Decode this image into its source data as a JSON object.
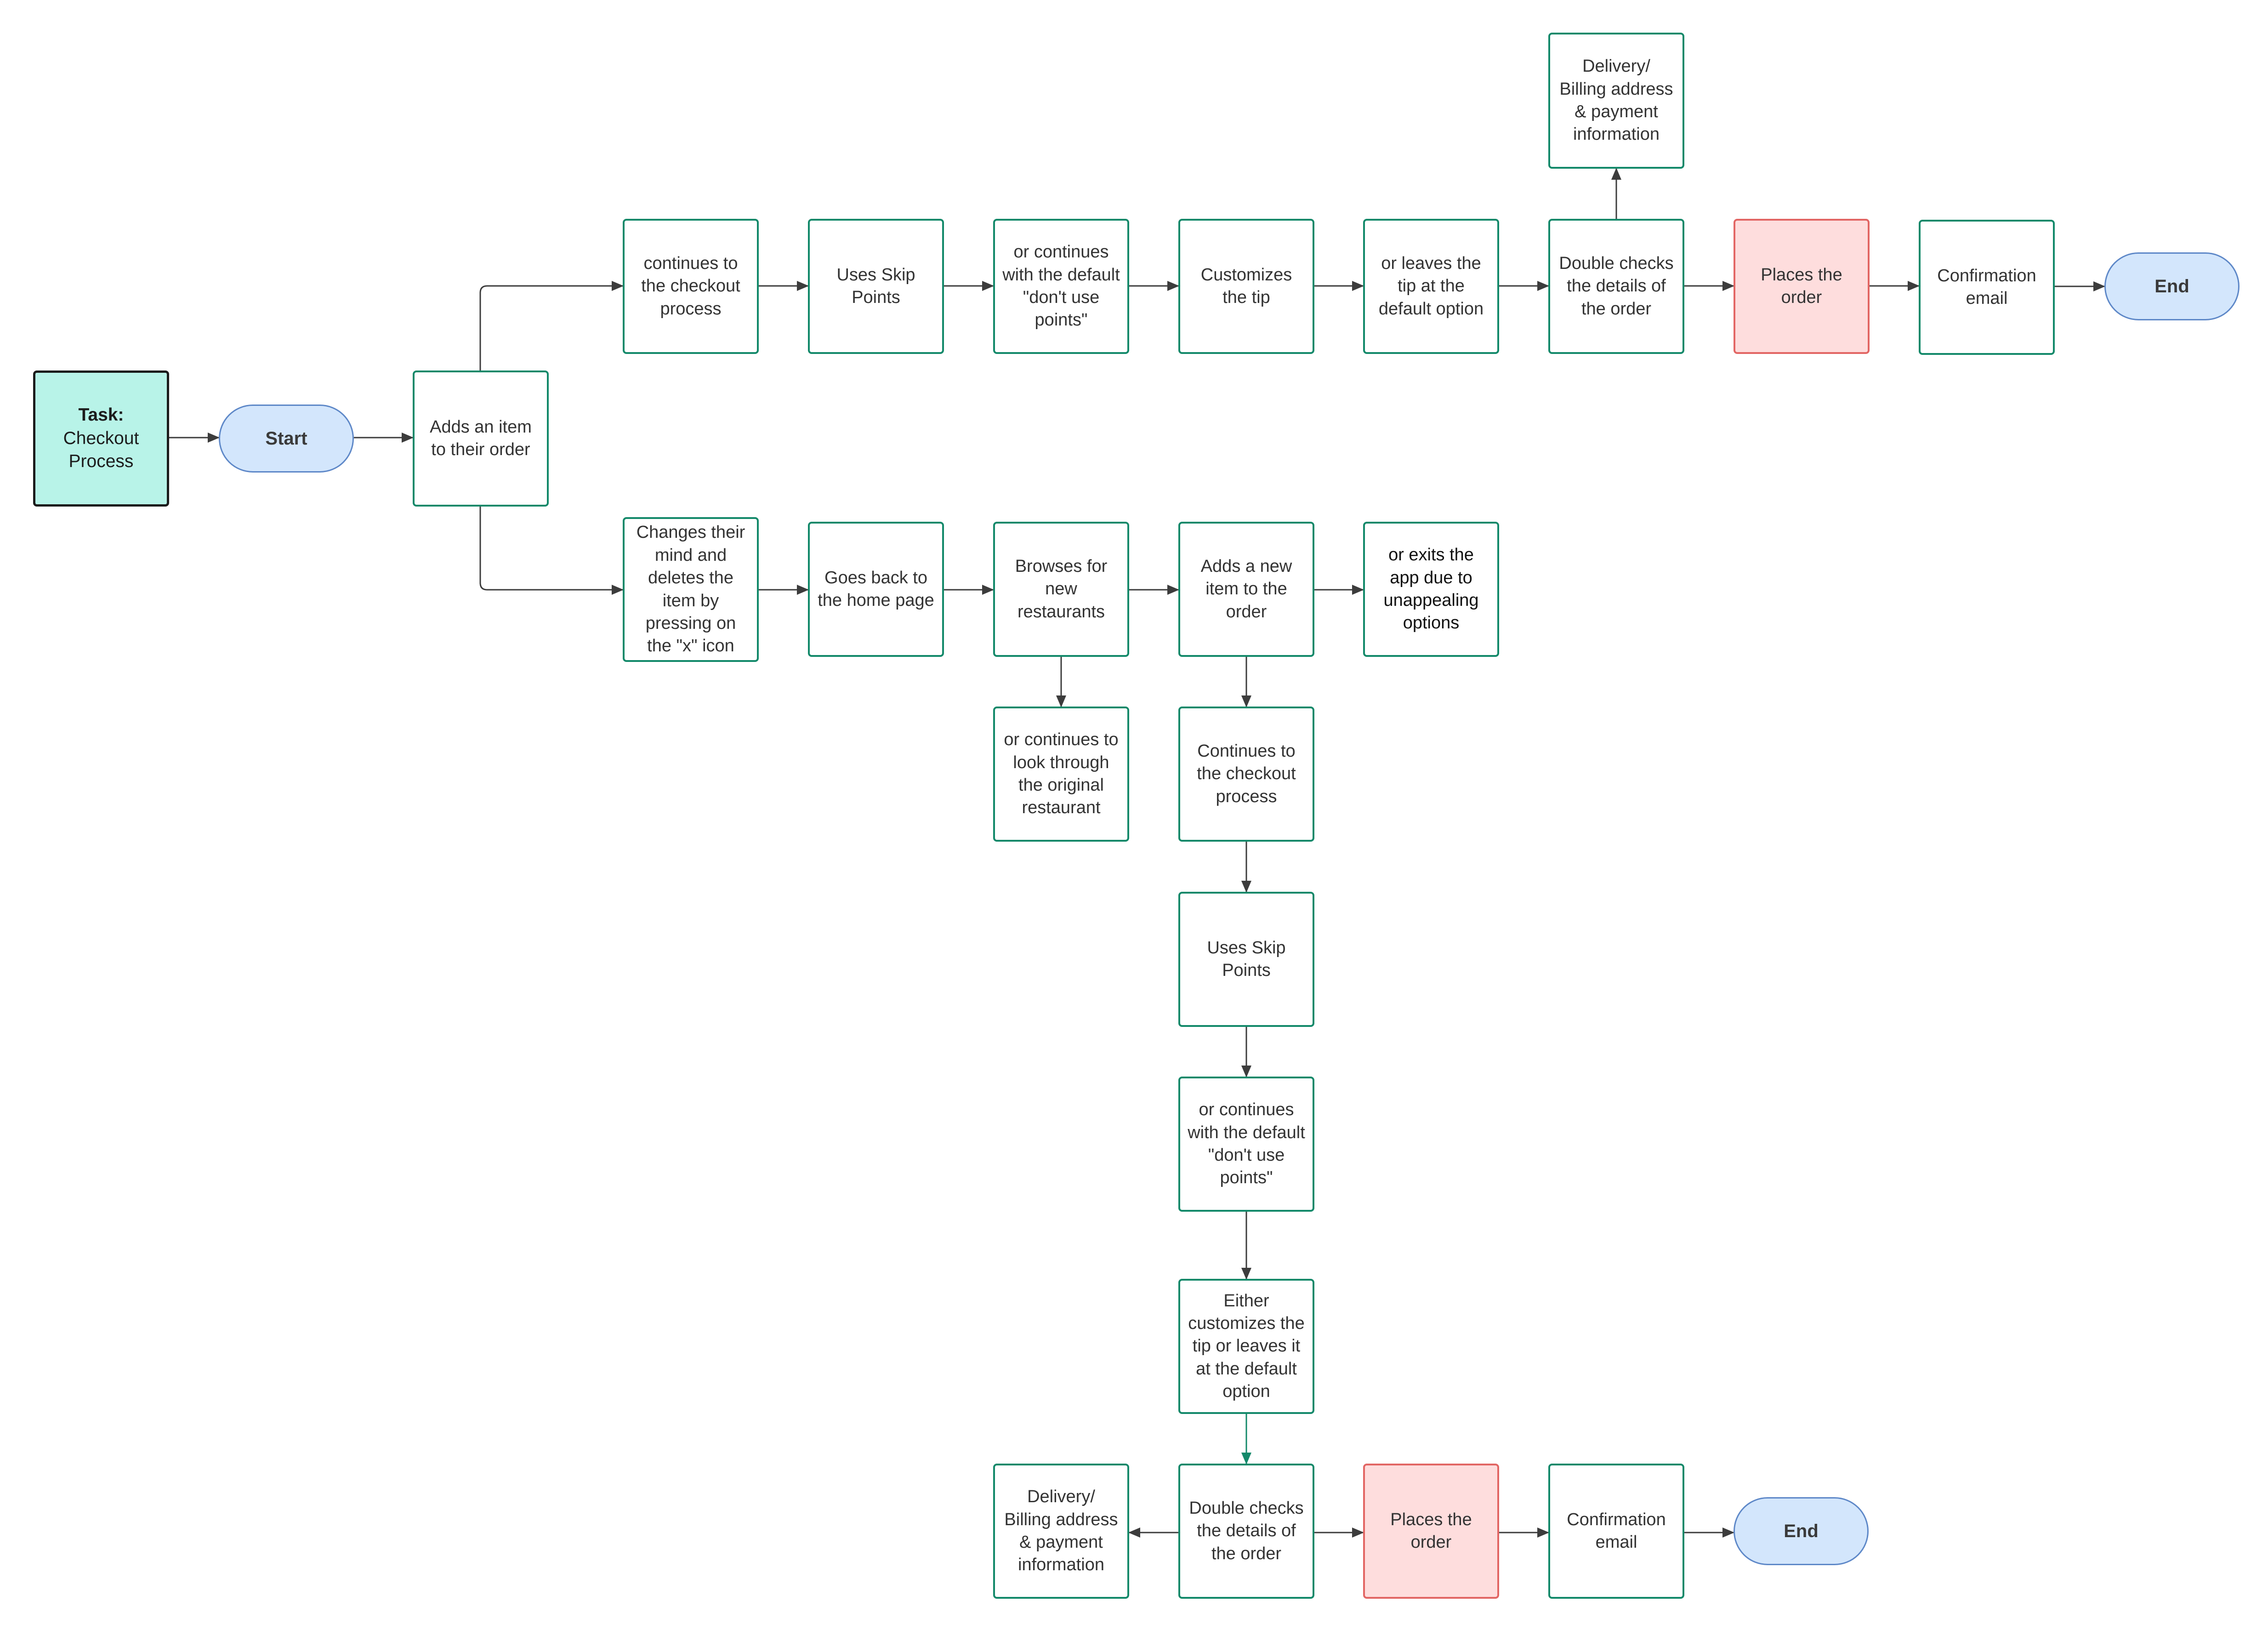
{
  "colors": {
    "box_border": "#13896a",
    "task_fill": "#b8f3e8",
    "terminal_fill": "#d3e6fc",
    "terminal_border": "#5e88c8",
    "place_fill": "#fedddd",
    "place_border": "#e26664",
    "arrow": "#3c3c3c",
    "arrow_green": "#13896a"
  },
  "task": {
    "label": "Task:",
    "text": "Checkout\nProcess"
  },
  "start": "Start",
  "add_item": "Adds an item\nto their order",
  "top_path": {
    "checkout": "continues to\nthe checkout\nprocess",
    "skip_points": "Uses Skip\nPoints",
    "no_points": "or continues\nwith the default\n\"don't use\npoints\"",
    "customize_tip": "Customizes\nthe tip",
    "default_tip": "or leaves the\ntip at the\ndefault option",
    "double_check": "Double checks\nthe details of\nthe order",
    "delivery_info": "Delivery/\nBilling address\n& payment\ninformation",
    "place_order": "Places the\norder",
    "confirmation": "Confirmation\nemail",
    "end": "End"
  },
  "bottom_path": {
    "delete_item": "Changes their\nmind and\ndeletes the\nitem by\npressing on\nthe \"x\" icon",
    "home_page": "Goes back to\nthe home page",
    "browse": "Browses for\nnew\nrestaurants",
    "original_restaurant": "or continues to\nlook through\nthe original\nrestaurant",
    "add_new_item": "Adds a new\nitem to the\norder",
    "exit_app": "or exits the\napp due to\nunappealing\noptions",
    "checkout": "Continues to\nthe checkout\nprocess",
    "skip_points": "Uses Skip\nPoints",
    "no_points": "or continues\nwith the default\n\"don't use\npoints\"",
    "tip": "Either\ncustomizes the\ntip or leaves it\nat the default\noption",
    "double_check": "Double checks\nthe details of\nthe order",
    "delivery_info": "Delivery/\nBilling address\n& payment\ninformation",
    "place_order": "Places the\norder",
    "confirmation": "Confirmation\nemail",
    "end": "End"
  }
}
